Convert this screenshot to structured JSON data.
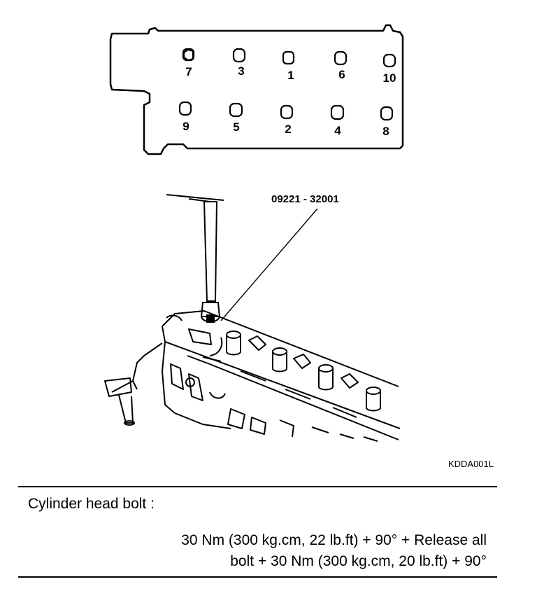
{
  "diagram": {
    "bolt_sequence": [
      {
        "id": "bolt-7",
        "label": "7"
      },
      {
        "id": "bolt-3",
        "label": "3"
      },
      {
        "id": "bolt-1",
        "label": "1"
      },
      {
        "id": "bolt-6",
        "label": "6"
      },
      {
        "id": "bolt-10",
        "label": "10"
      },
      {
        "id": "bolt-9",
        "label": "9"
      },
      {
        "id": "bolt-5",
        "label": "5"
      },
      {
        "id": "bolt-2",
        "label": "2"
      },
      {
        "id": "bolt-4",
        "label": "4"
      },
      {
        "id": "bolt-8",
        "label": "8"
      }
    ],
    "tool_part_number": "09221 - 32001",
    "figure_code": "KDDA001L"
  },
  "spec": {
    "title": "Cylinder head bolt :",
    "line1": "30 Nm (300 kg.cm, 22 lb.ft) + 90° + Release all",
    "line2": "bolt + 30 Nm (300 kg.cm, 20 lb.ft) + 90°"
  }
}
